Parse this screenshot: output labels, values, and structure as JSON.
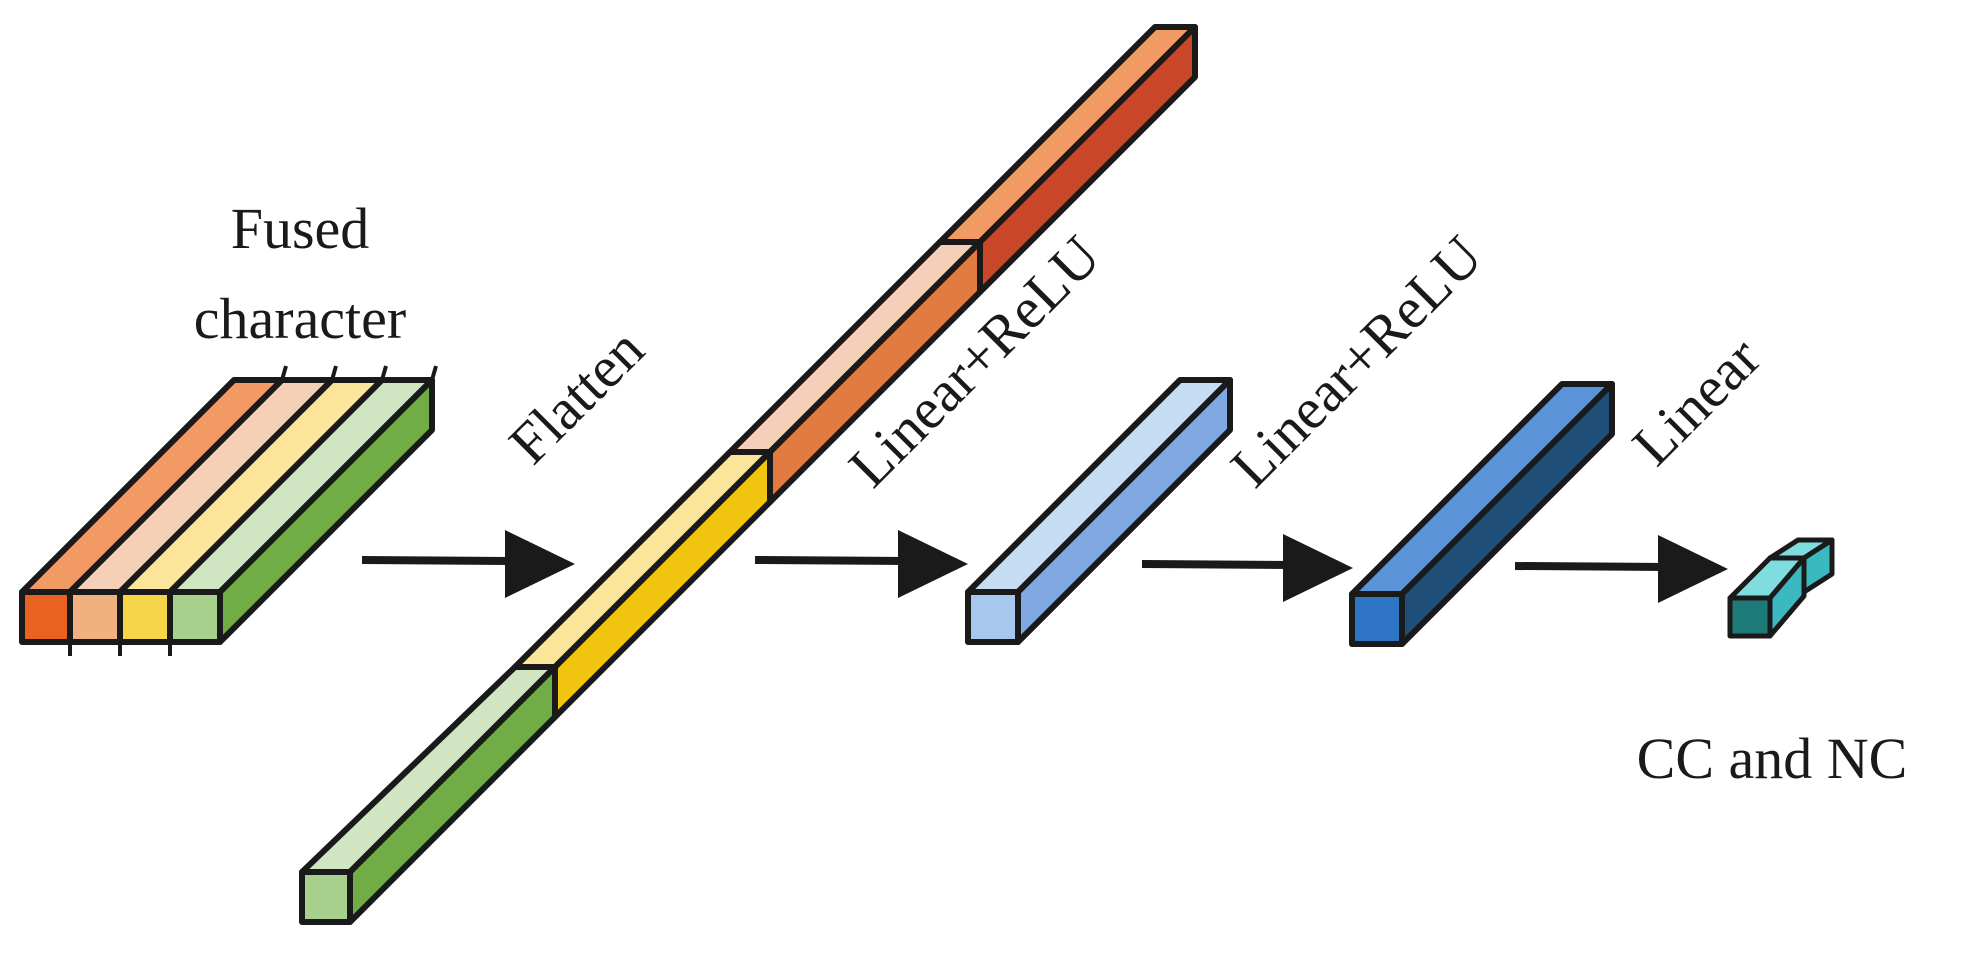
{
  "labels": {
    "input": [
      "Fused",
      "character"
    ],
    "flatten": "Flatten",
    "layer1": "Linear+ReLU",
    "layer2": "Linear+ReLU",
    "layer3": "Linear",
    "output": "CC and NC"
  },
  "colors": {
    "stroke": "#1a1a1a",
    "orange": {
      "front": "#ea6220",
      "top": "#f19a63",
      "side": "#c9482a"
    },
    "peach": {
      "front": "#f0b080",
      "top": "#f5d0b8",
      "side": "#e07a40"
    },
    "yellow": {
      "front": "#f7d54a",
      "top": "#fae59a",
      "side": "#f1c40f"
    },
    "green": {
      "front": "#a8d08d",
      "top": "#d0e6c2",
      "side": "#70ad47"
    },
    "light_blue": {
      "front": "#a7c8ec",
      "top": "#c6dcf3",
      "side": "#7fa9e0"
    },
    "mid_blue": {
      "front": "#2e75c6",
      "top": "#5b93d8",
      "side": "#1f4e79"
    },
    "teal": {
      "front": "#1e7a78",
      "top": "#7fdcdf",
      "side": "#3bb8c0"
    },
    "arrow": "#1a1a1a"
  }
}
